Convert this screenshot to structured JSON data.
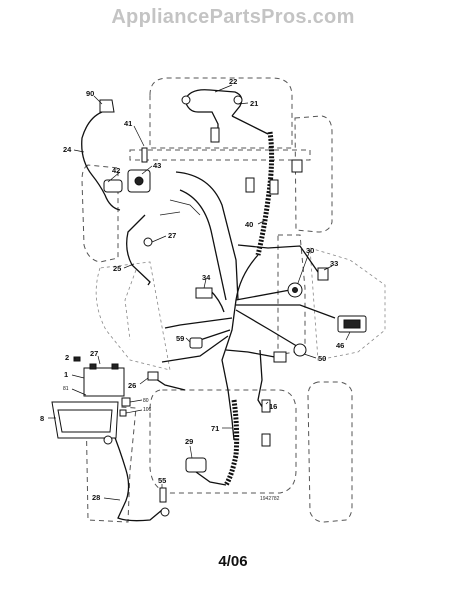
{
  "watermark": "AppliancePartsPros.com",
  "page_number": "4/06",
  "drawing_number": "1942782",
  "callouts": {
    "c22": "22",
    "c21": "21",
    "c90": "90",
    "c41": "41",
    "c24": "24",
    "c42": "42",
    "c43": "43",
    "c40": "40",
    "c27a": "27",
    "c30": "30",
    "c33": "33",
    "c25": "25",
    "c34": "34",
    "c59": "59",
    "c46": "46",
    "c2": "2",
    "c27b": "27",
    "c1": "1",
    "c81": "81",
    "c80": "80",
    "c106": "106",
    "c8": "8",
    "c26": "26",
    "c50": "50",
    "c16": "16",
    "c71": "71",
    "c29": "29",
    "c55": "55",
    "c28": "28"
  }
}
